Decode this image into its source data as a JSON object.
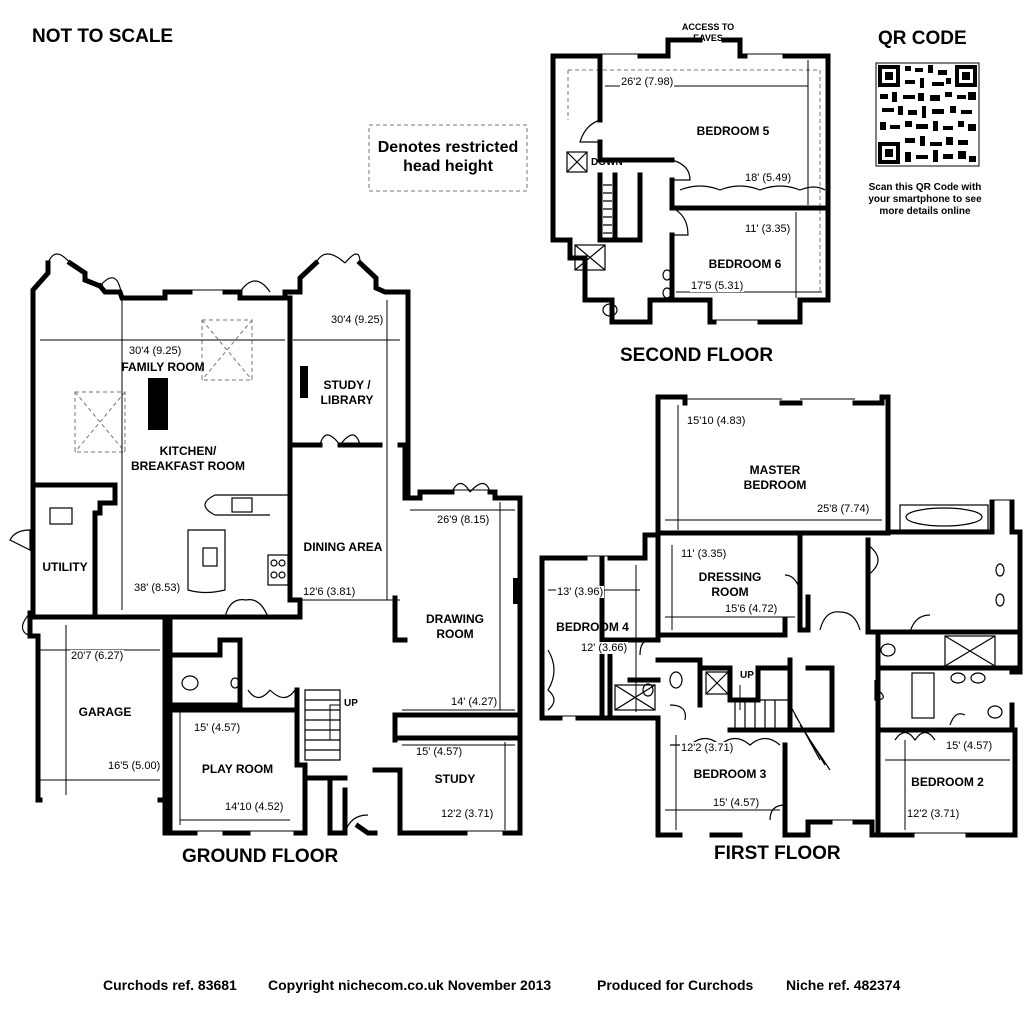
{
  "header": {
    "not_to_scale": "NOT TO SCALE",
    "qr_title": "QR CODE",
    "qr_caption": "Scan this QR Code with your smartphone to see more details online",
    "legend_text": "Denotes restricted head height"
  },
  "floors": {
    "ground": "GROUND FLOOR",
    "first": "FIRST FLOOR",
    "second": "SECOND FLOOR"
  },
  "ground_rooms": {
    "family_room": "FAMILY ROOM",
    "kitchen": "KITCHEN/\nBREAKFAST ROOM",
    "study_library": "STUDY /\nLIBRARY",
    "dining_area": "DINING AREA",
    "drawing_room": "DRAWING\nROOM",
    "utility": "UTILITY",
    "garage": "GARAGE",
    "play_room": "PLAY ROOM",
    "study": "STUDY",
    "up": "UP"
  },
  "ground_dims": {
    "family_w": "30'4 (9.25)",
    "library_w": "30'4 (9.25)",
    "kitchen_l": "38' (8.53)",
    "dining_w": "12'6 (3.81)",
    "drawing_w": "26'9 (8.15)",
    "drawing_l": "14' (4.27)",
    "garage_h": "20'7 (6.27)",
    "garage_w": "16'5 (5.00)",
    "play_h": "15' (4.57)",
    "play_w": "14'10 (4.52)",
    "study_h": "15' (4.57)",
    "study_w": "12'2 (3.71)"
  },
  "first_rooms": {
    "master": "MASTER\nBEDROOM",
    "dressing": "DRESSING\nROOM",
    "bedroom4": "BEDROOM 4",
    "bedroom3": "BEDROOM 3",
    "bedroom2": "BEDROOM 2",
    "up": "UP"
  },
  "first_dims": {
    "master_h": "15'10 (4.83)",
    "master_w": "25'8 (7.74)",
    "dressing_h": "11' (3.35)",
    "dressing_w": "15'6 (4.72)",
    "bed4_h": "13' (3.96)",
    "bed4_w": "12' (3.66)",
    "bed3_h": "12'2 (3.71)",
    "bed3_w": "15' (4.57)",
    "bed2_h": "15' (4.57)",
    "bed2_w": "12'2 (3.71)"
  },
  "second_rooms": {
    "bedroom5": "BEDROOM 5",
    "bedroom6": "BEDROOM 6",
    "access": "ACCESS TO\nEAVES",
    "down": "DOWN"
  },
  "second_dims": {
    "bed5_w": "26'2 (7.98)",
    "bed5_h": "18' (5.49)",
    "bed6_h": "11' (3.35)",
    "bed6_w": "17'5 (5.31)"
  },
  "footer": {
    "ref": "Curchods ref. 83681",
    "copyright": "Copyright nichecom.co.uk November 2013",
    "produced": "Produced for Curchods",
    "niche": "Niche ref. 482374"
  }
}
